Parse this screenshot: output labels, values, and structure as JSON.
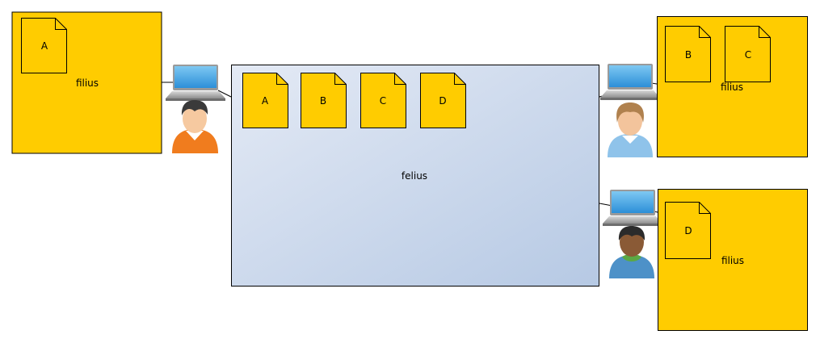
{
  "diagram": {
    "center": {
      "label": "felius",
      "docs": [
        "A",
        "B",
        "C",
        "D"
      ]
    },
    "nodes": [
      {
        "id": "left",
        "label": "filius",
        "docs": [
          "A"
        ]
      },
      {
        "id": "right-top",
        "label": "filius",
        "docs": [
          "B",
          "C"
        ]
      },
      {
        "id": "right-bottom",
        "label": "filius",
        "docs": [
          "D"
        ]
      }
    ]
  },
  "colors": {
    "folder_fill": "#FFCC00",
    "center_gradient_start": "#E4EAF5",
    "center_gradient_end": "#B6C9E4",
    "outline": "#000000"
  },
  "icons": [
    "laptop-icon",
    "user-orange-icon",
    "user-blue-icon",
    "user-green-icon",
    "document-icon"
  ]
}
